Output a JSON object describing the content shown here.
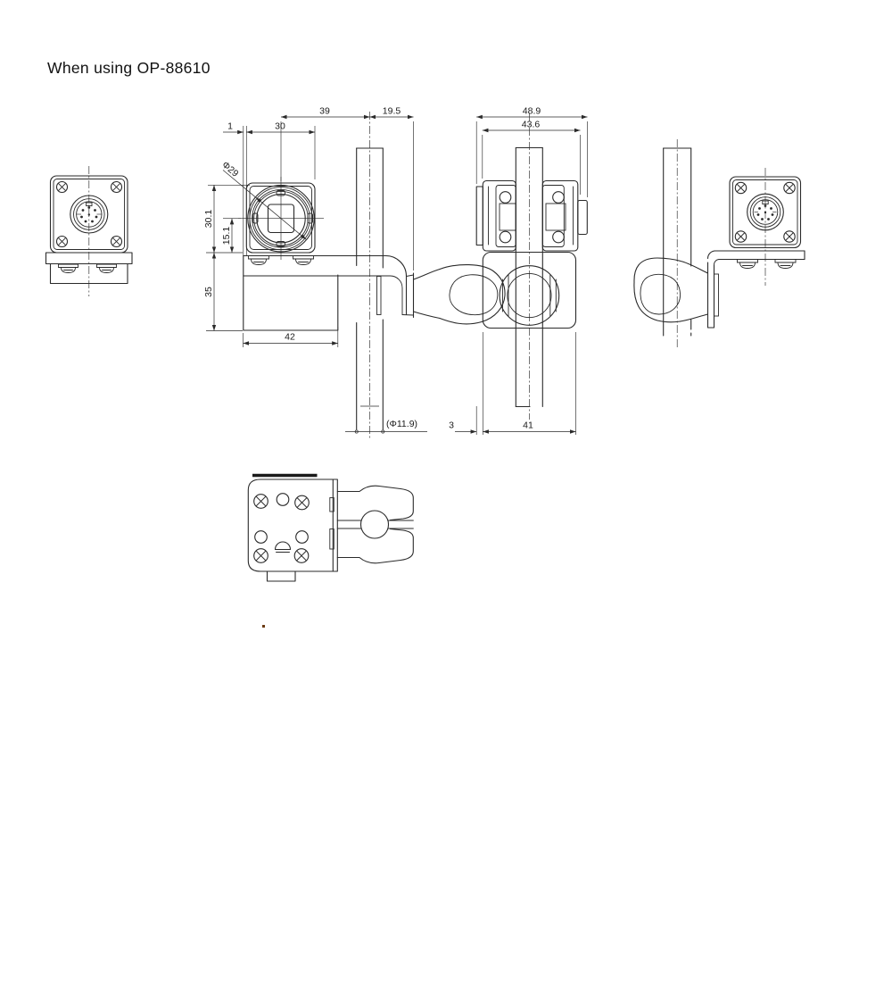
{
  "title": "When using OP-88610",
  "dims": {
    "front": {
      "width_39": "39",
      "offset_19_5": "19.5",
      "gap_1": "1",
      "body_30": "30",
      "lens_dia": "Φ29",
      "height_30_1": "30.1",
      "center_15_1": "15.1",
      "bracket_h_35": "35",
      "bracket_w_42": "42",
      "pole_dia": "(Φ11.9)"
    },
    "side": {
      "depth_48_9": "48.9",
      "depth_43_6": "43.6",
      "gap_3": "3",
      "clamp_41": "41"
    }
  },
  "stray_mark": "."
}
